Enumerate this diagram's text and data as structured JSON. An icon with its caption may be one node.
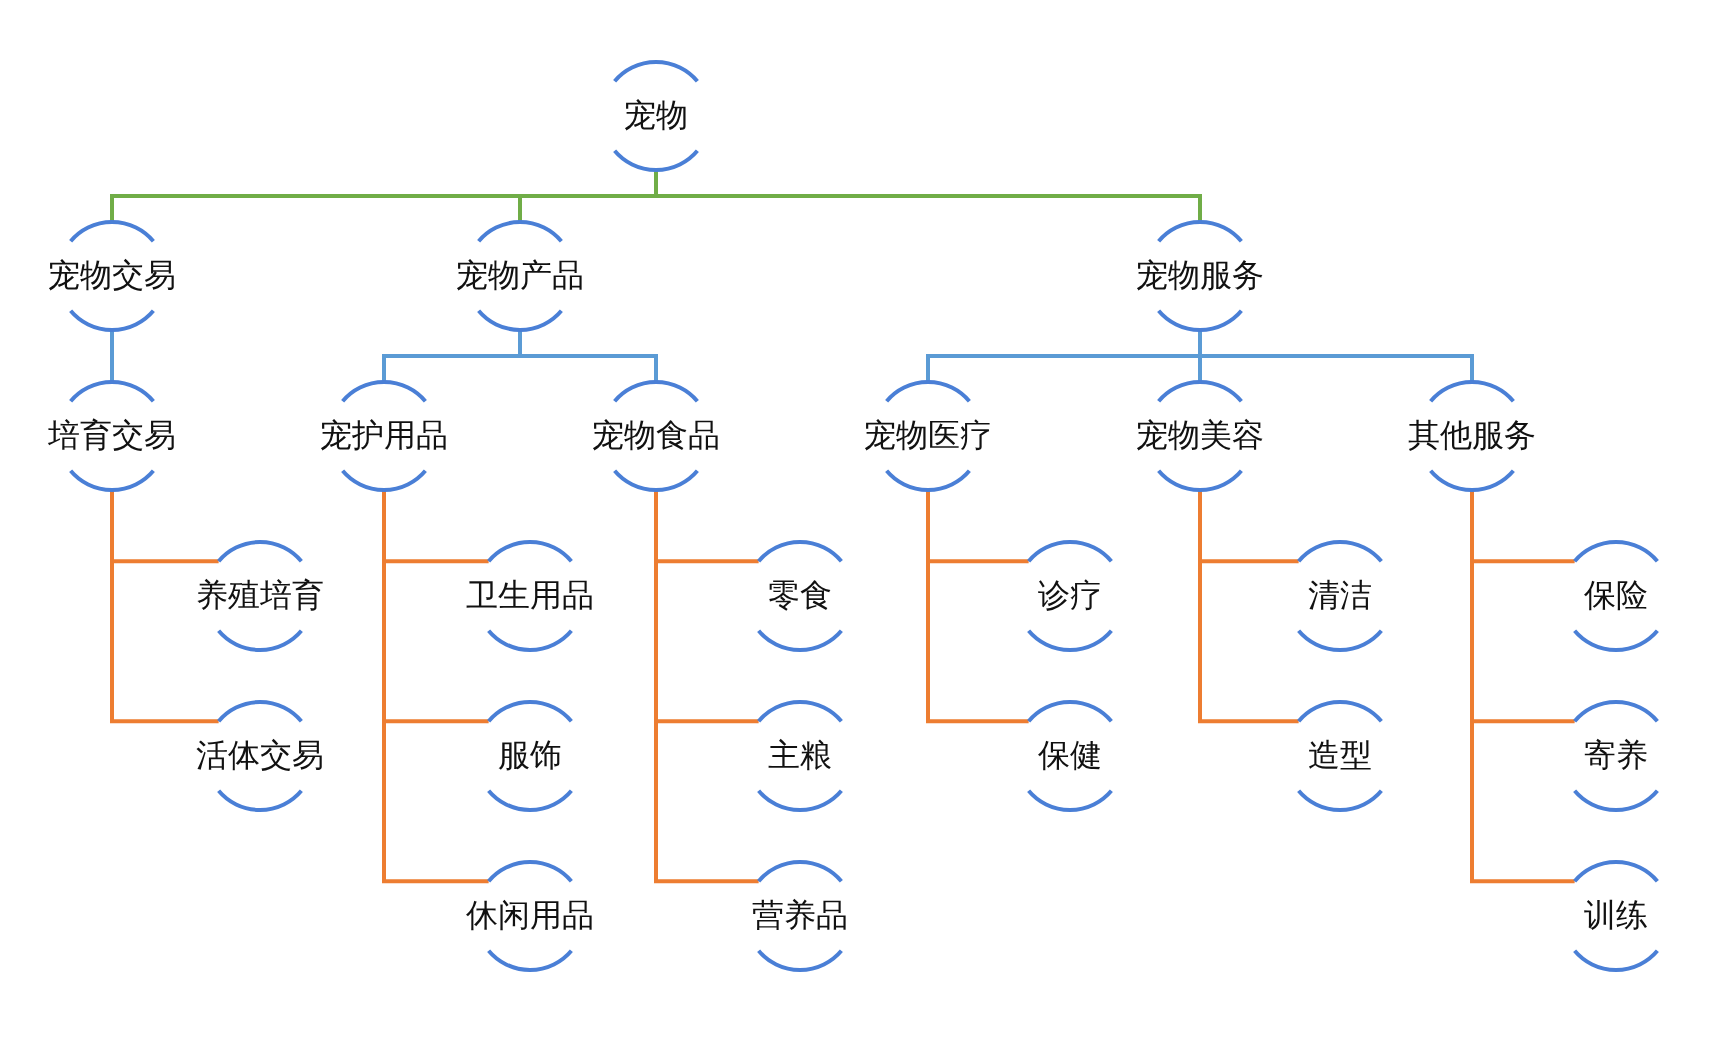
{
  "diagram": {
    "nodes": [
      {
        "text": [
          "宠物"
        ]
      },
      {
        "text": [
          "宠物交易"
        ]
      },
      {
        "text": [
          "宠物产品"
        ]
      },
      {
        "text": [
          "宠物服务"
        ]
      },
      {
        "text": [
          "培育交易"
        ]
      },
      {
        "text": [
          "宠护用品"
        ]
      },
      {
        "text": [
          "宠物食品"
        ]
      },
      {
        "text": [
          "宠物医疗"
        ]
      },
      {
        "text": [
          "宠物美容"
        ]
      },
      {
        "text": [
          "其他服务"
        ]
      },
      {
        "text": [
          "养殖培育"
        ]
      },
      {
        "text": [
          "活体交易"
        ]
      },
      {
        "text": [
          "卫生用品"
        ]
      },
      {
        "text": [
          "服饰"
        ]
      },
      {
        "text": [
          "休闲用品"
        ]
      },
      {
        "text": [
          "零食"
        ]
      },
      {
        "text": [
          "主粮"
        ]
      },
      {
        "text": [
          "营养品"
        ]
      },
      {
        "text": [
          "诊疗"
        ]
      },
      {
        "text": [
          "保健"
        ]
      },
      {
        "text": [
          "清洁"
        ]
      },
      {
        "text": [
          "造型"
        ]
      },
      {
        "text": [
          "保险"
        ]
      },
      {
        "text": [
          "寄养"
        ]
      },
      {
        "text": [
          "训练"
        ]
      }
    ],
    "edges": [
      {
        "from": 0,
        "to": 1,
        "arrow": "none",
        "color": "#70ad47"
      },
      {
        "from": 0,
        "to": 2,
        "arrow": "none",
        "color": "#70ad47"
      },
      {
        "from": 0,
        "to": 3,
        "arrow": "none",
        "color": "#70ad47"
      },
      {
        "from": 1,
        "to": 4,
        "arrow": "none",
        "color": "#5b9bd5"
      },
      {
        "from": 2,
        "to": 5,
        "arrow": "none",
        "color": "#5b9bd5"
      },
      {
        "from": 2,
        "to": 6,
        "arrow": "none",
        "color": "#5b9bd5"
      },
      {
        "from": 3,
        "to": 7,
        "arrow": "none",
        "color": "#5b9bd5"
      },
      {
        "from": 3,
        "to": 8,
        "arrow": "none",
        "color": "#5b9bd5"
      },
      {
        "from": 3,
        "to": 9,
        "arrow": "none",
        "color": "#5b9bd5"
      },
      {
        "from": 4,
        "to": 10,
        "arrow": "none"
      },
      {
        "from": 4,
        "to": 11,
        "arrow": "none"
      },
      {
        "from": 5,
        "to": 12,
        "arrow": "none"
      },
      {
        "from": 5,
        "to": 13,
        "arrow": "none"
      },
      {
        "from": 5,
        "to": 14,
        "arrow": "none"
      },
      {
        "from": 6,
        "to": 15,
        "arrow": "none"
      },
      {
        "from": 6,
        "to": 16,
        "arrow": "none"
      },
      {
        "from": 6,
        "to": 17,
        "arrow": "none"
      },
      {
        "from": 7,
        "to": 18,
        "arrow": "none"
      },
      {
        "from": 7,
        "to": 19,
        "arrow": "none"
      },
      {
        "from": 8,
        "to": 20,
        "arrow": "none"
      },
      {
        "from": 8,
        "to": 21,
        "arrow": "none"
      },
      {
        "from": 9,
        "to": 22,
        "arrow": "none"
      },
      {
        "from": 9,
        "to": 23,
        "arrow": "none"
      },
      {
        "from": 9,
        "to": 24,
        "arrow": "none"
      }
    ]
  }
}
